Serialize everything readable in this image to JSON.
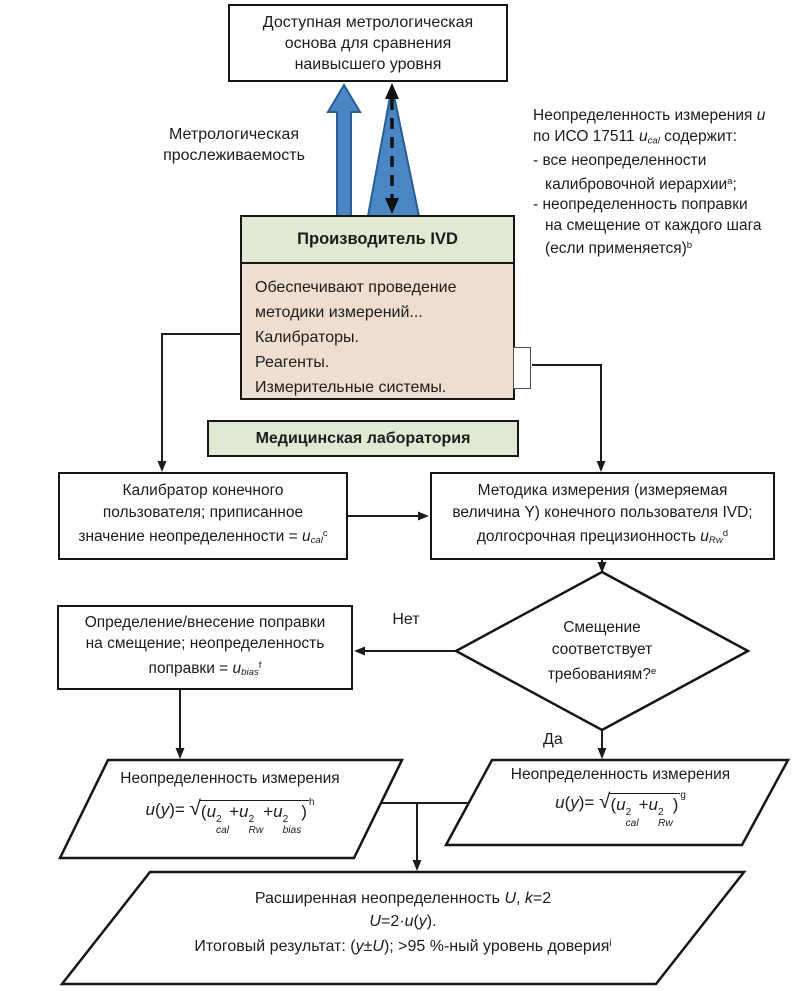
{
  "colors": {
    "box_border": "#161616",
    "green_fill": "#dfe9d3",
    "pink_fill": "#efddcf",
    "blue_fill": "#4a86c4",
    "blue_stroke": "#2a5d94",
    "line": "#1c1c1c"
  },
  "top_box": {
    "lines": [
      "Доступная метрологическая",
      "основа для сравнения",
      "наивысшего уровня"
    ]
  },
  "trace_label": {
    "lines": [
      "Метрологическая",
      "прослеживаемость"
    ]
  },
  "note": {
    "lines": [
      [
        {
          "t": "Неопределенность измерения "
        },
        {
          "t": "u",
          "i": 1
        }
      ],
      [
        {
          "t": "по ИСО 17511 "
        },
        {
          "t": "u",
          "i": 1
        },
        {
          "sub": "cal"
        },
        {
          "t": " содержит:"
        }
      ],
      [
        {
          "t": "- все неопределенности"
        }
      ],
      [
        {
          "t": "калибровочной иерархии"
        },
        {
          "sup": "a"
        },
        {
          "t": ";"
        }
      ],
      [
        {
          "t": "- неопределенность поправки"
        }
      ],
      [
        {
          "t": "на смещение от каждого шага"
        }
      ],
      [
        {
          "t": "(если применяется)"
        },
        {
          "sup": "b"
        }
      ]
    ]
  },
  "ivd_box": {
    "header": "Производитель IVD",
    "body_lines": [
      "Обеспечивают проведение",
      "методики измерений...",
      "Калибраторы.",
      "Реагенты.",
      "Измерительные системы."
    ]
  },
  "med_lab": {
    "label": "Медицинская лаборатория"
  },
  "calibrator_box": {
    "lines": [
      [
        {
          "t": "Калибратор конечного"
        }
      ],
      [
        {
          "t": "пользователя; приписанное"
        }
      ],
      [
        {
          "t": "значение неопределенности = "
        },
        {
          "t": "u",
          "i": 1
        },
        {
          "sub": "cal"
        },
        {
          "sup": "c"
        }
      ]
    ]
  },
  "method_box": {
    "lines": [
      [
        {
          "t": "Методика измерения (измеряемая"
        }
      ],
      [
        {
          "t": "величина Y) конечного пользователя IVD;"
        }
      ],
      [
        {
          "t": "долгосрочная прецизионность "
        },
        {
          "t": "u",
          "i": 1
        },
        {
          "sub": "Rw"
        },
        {
          "sup": "d"
        }
      ]
    ]
  },
  "decision": {
    "lines": [
      [
        {
          "t": "Смещение"
        }
      ],
      [
        {
          "t": "соответствует"
        }
      ],
      [
        {
          "t": "требованиям?"
        },
        {
          "sup": "e"
        }
      ]
    ],
    "no_label": "Нет",
    "yes_label": "Да"
  },
  "correction_box": {
    "lines": [
      [
        {
          "t": "Определение/внесение поправки"
        }
      ],
      [
        {
          "t": "на смещение; неопределенность"
        }
      ],
      [
        {
          "t": "поправки = "
        },
        {
          "t": "u",
          "i": 1
        },
        {
          "sub": "bias"
        },
        {
          "sup": "f"
        }
      ]
    ]
  },
  "pgram_left": {
    "title": "Неопределенность измерения",
    "formula": [
      {
        "t": "u",
        "i": 1
      },
      {
        "t": "("
      },
      {
        "t": "y",
        "i": 1
      },
      {
        "t": ")= "
      },
      {
        "sqrt": [
          {
            "t": "("
          },
          {
            "t": "u",
            "i": 1,
            "sup": "2",
            "sub": "cal"
          },
          {
            "t": "+"
          },
          {
            "t": "u",
            "i": 1,
            "sup": "2",
            "sub": "Rw"
          },
          {
            "t": "+"
          },
          {
            "t": "u",
            "i": 1,
            "sup": "2",
            "sub": "bias"
          },
          {
            "t": ")"
          }
        ]
      },
      {
        "hsup": "h"
      }
    ]
  },
  "pgram_right": {
    "title": "Неопределенность измерения",
    "formula": [
      {
        "t": "u",
        "i": 1
      },
      {
        "t": "("
      },
      {
        "t": "y",
        "i": 1
      },
      {
        "t": ")= "
      },
      {
        "sqrt": [
          {
            "t": "("
          },
          {
            "t": "u",
            "i": 1,
            "sup": "2",
            "sub": "cal"
          },
          {
            "t": "+"
          },
          {
            "t": "u",
            "i": 1,
            "sup": "2",
            "sub": "Rw"
          },
          {
            "t": ")"
          }
        ]
      },
      {
        "hsup": "g"
      }
    ]
  },
  "pgram_bottom": {
    "lines": [
      [
        {
          "t": "Расширенная неопределенность "
        },
        {
          "t": "U",
          "i": 1
        },
        {
          "t": ", "
        },
        {
          "t": "k",
          "i": 1
        },
        {
          "t": "=2"
        }
      ],
      [
        {
          "t": "U",
          "i": 1
        },
        {
          "t": "=2·"
        },
        {
          "t": "u",
          "i": 1
        },
        {
          "t": "("
        },
        {
          "t": "y",
          "i": 1
        },
        {
          "t": ")."
        }
      ],
      [
        {
          "t": "Итоговый результат: ("
        },
        {
          "t": "y",
          "i": 1
        },
        {
          "t": "±"
        },
        {
          "t": "U",
          "i": 1
        },
        {
          "t": "); >95 %-ный уровень доверия"
        },
        {
          "sup": "i"
        }
      ]
    ]
  }
}
